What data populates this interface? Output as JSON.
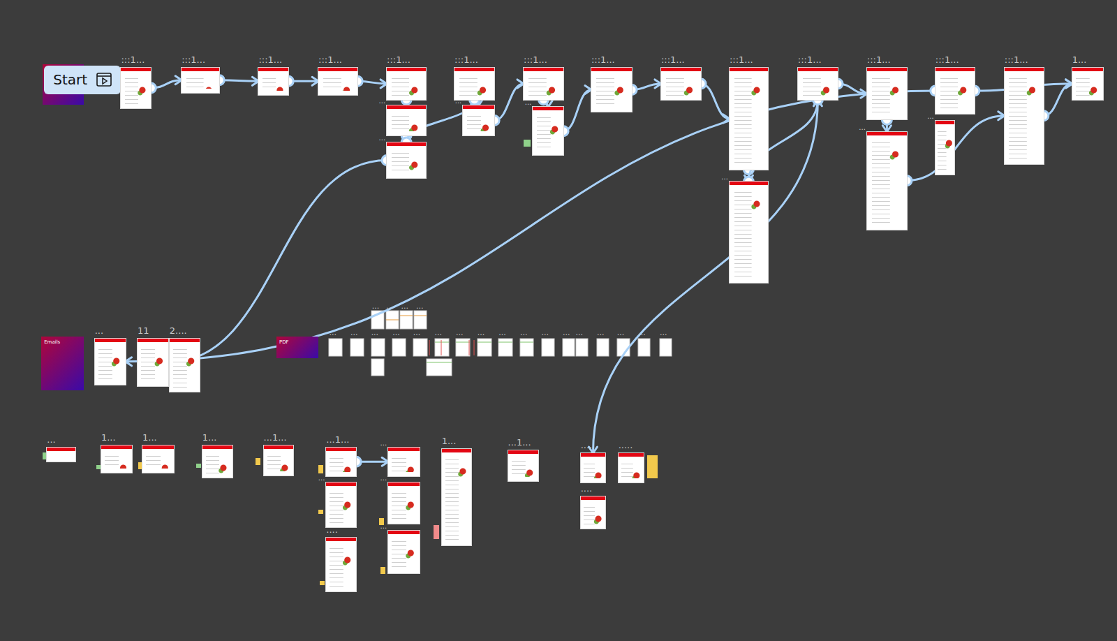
{
  "diagram": {
    "nodes": [
      {
        "text": [
          "Start"
        ]
      },
      {
        "text": [
          ":::1..."
        ]
      },
      {
        "text": [
          ":::1..."
        ]
      },
      {
        "text": [
          ":::1..."
        ]
      },
      {
        "text": [
          ":::1..."
        ]
      },
      {
        "text": [
          ":::1..."
        ]
      },
      {
        "text": [
          "..."
        ]
      },
      {
        "text": [
          "..."
        ]
      },
      {
        "text": [
          ":::1..."
        ]
      },
      {
        "text": [
          "..."
        ]
      },
      {
        "text": [
          ":::1..."
        ]
      },
      {
        "text": [
          "..."
        ]
      },
      {
        "text": [
          ":::1..."
        ]
      },
      {
        "text": [
          ":::1..."
        ]
      },
      {
        "text": [
          ":::1..."
        ]
      },
      {
        "text": [
          "..."
        ]
      },
      {
        "text": [
          ":::1..."
        ]
      },
      {
        "text": [
          ":::1..."
        ]
      },
      {
        "text": [
          "..."
        ]
      },
      {
        "text": [
          ":::1..."
        ]
      },
      {
        "text": [
          "..."
        ]
      },
      {
        "text": [
          ":::1..."
        ]
      },
      {
        "text": [
          "1..."
        ]
      },
      {
        "text": [
          "Emails"
        ]
      },
      {
        "text": [
          "..."
        ]
      },
      {
        "text": [
          "11"
        ]
      },
      {
        "text": [
          "2...."
        ]
      },
      {
        "text": [
          "PDF"
        ]
      },
      {
        "text": [
          "..."
        ]
      },
      {
        "text": [
          "1..."
        ]
      },
      {
        "text": [
          "1..."
        ]
      },
      {
        "text": [
          "1..."
        ]
      },
      {
        "text": [
          "...1..."
        ]
      },
      {
        "text": [
          "...1..."
        ]
      },
      {
        "text": [
          "..."
        ]
      },
      {
        "text": [
          "...."
        ]
      },
      {
        "text": [
          "..."
        ]
      },
      {
        "text": [
          "..."
        ]
      },
      {
        "text": [
          "..."
        ]
      },
      {
        "text": [
          "1..."
        ]
      },
      {
        "text": [
          "...1..."
        ]
      },
      {
        "text": [
          "...."
        ]
      },
      {
        "text": [
          "....."
        ]
      },
      {
        "text": [
          "...."
        ]
      }
    ],
    "edges": [
      {
        "from": 1,
        "to": 2,
        "arrow": "to"
      },
      {
        "from": 2,
        "to": 3,
        "arrow": "to"
      },
      {
        "from": 3,
        "to": 4,
        "arrow": "to"
      },
      {
        "from": 4,
        "to": 5,
        "arrow": "to"
      },
      {
        "from": 5,
        "to": 6,
        "arrow": "to"
      },
      {
        "from": 6,
        "to": 7,
        "arrow": "to"
      },
      {
        "from": 7,
        "to": 8,
        "arrow": "to"
      },
      {
        "from": 8,
        "to": 9,
        "arrow": "to"
      },
      {
        "from": 9,
        "to": 10,
        "arrow": "to"
      },
      {
        "from": 10,
        "to": 11,
        "arrow": "to"
      },
      {
        "from": 11,
        "to": 12,
        "arrow": "to"
      },
      {
        "from": 12,
        "to": 13,
        "arrow": "to"
      },
      {
        "from": 13,
        "to": 14,
        "arrow": "to"
      },
      {
        "from": 14,
        "to": 15,
        "arrow": "to"
      },
      {
        "from": 15,
        "to": 16,
        "arrow": "to"
      },
      {
        "from": 16,
        "to": 17,
        "arrow": "to"
      },
      {
        "from": 17,
        "to": 18,
        "arrow": "to"
      },
      {
        "from": 18,
        "to": 21,
        "arrow": "to"
      },
      {
        "from": 21,
        "to": 22,
        "arrow": "to"
      },
      {
        "from": 19,
        "to": 22,
        "arrow": "to"
      },
      {
        "from": 7,
        "to": 25,
        "arrow": "to"
      },
      {
        "from": 19,
        "to": 24,
        "arrow": "to"
      },
      {
        "from": 16,
        "to": 41,
        "arrow": "to"
      },
      {
        "from": 33,
        "to": 36,
        "arrow": "to"
      }
    ],
    "labels": [
      "...",
      "...",
      "...",
      "...",
      "...",
      "...",
      "...",
      "...",
      "...",
      "...",
      "...",
      "...",
      "...",
      "...",
      "...",
      "...",
      "...",
      "...",
      "...",
      "...",
      "..."
    ]
  }
}
